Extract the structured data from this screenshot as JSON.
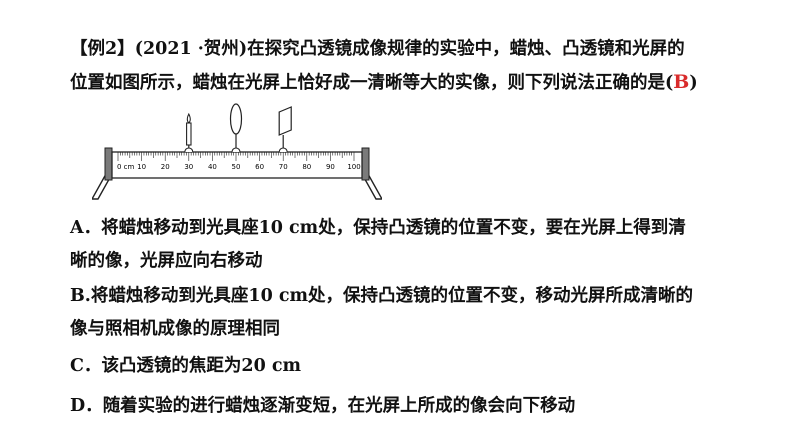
{
  "question": {
    "tag": "【例2】",
    "source": "(2021 ·贺州)",
    "line1_rest": "在探究凸透镜成像规律的实验中，蜡烛、凸透镜和光屏的",
    "line2": "位置如图所示，蜡烛在光屏上恰好成一清晰等大的实像，则下列说法正确的是",
    "paren_open": "(",
    "answer": "B",
    "paren_close": ")"
  },
  "figure": {
    "scale_labels": [
      "0 cm",
      "10",
      "20",
      "30",
      "40",
      "50",
      "60",
      "70",
      "80",
      "90",
      "100"
    ],
    "candle_position_cm": 30,
    "lens_position_cm": 50,
    "screen_position_cm": 70
  },
  "options": [
    {
      "label": "A．",
      "text1": "将蜡烛移动到光具座10 cm处，保持凸透镜的位置不变，要在光屏上得到清",
      "text2": "晰的像，光屏应向右移动"
    },
    {
      "label": "B.",
      "text1": "将蜡烛移动到光具座10 cm处，保持凸透镜的位置不变，移动光屏所成清晰的",
      "text2": "像与照相机成像的原理相同"
    },
    {
      "label": "C．",
      "text1": "该凸透镜的焦距为20 cm"
    },
    {
      "label": "D．",
      "text1": "随着实验的进行蜡烛逐渐变短，在光屏上所成的像会向下移动"
    }
  ]
}
